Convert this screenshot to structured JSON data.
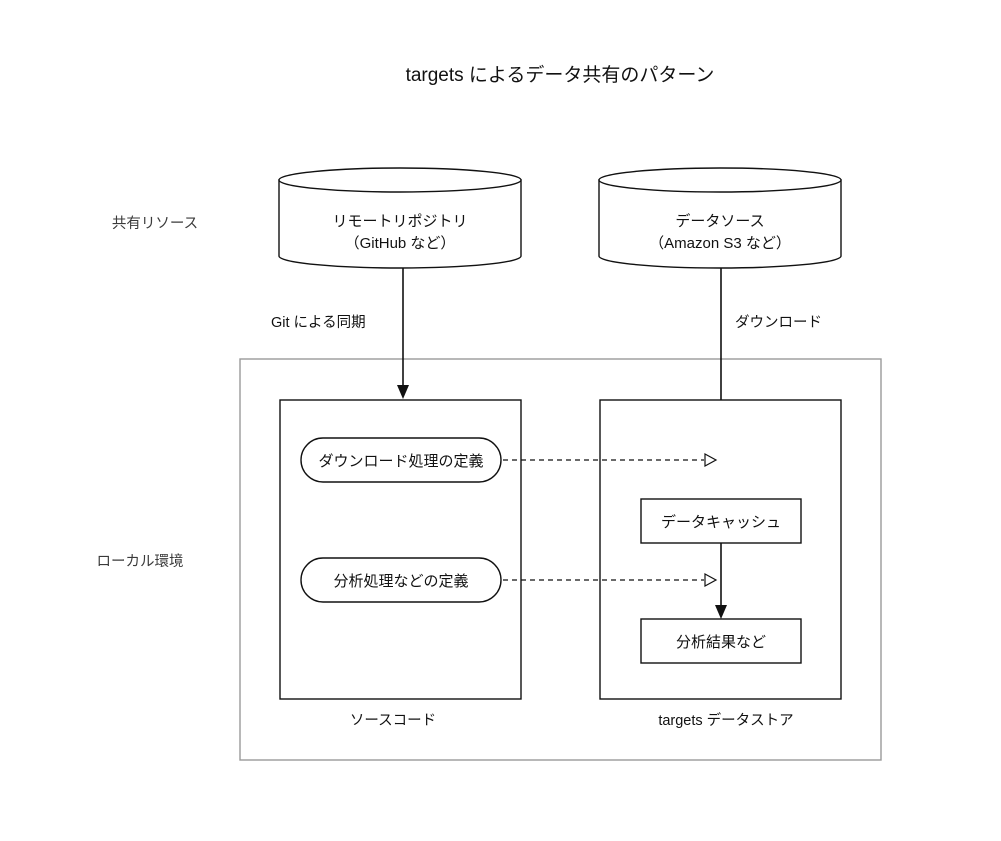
{
  "diagram": {
    "title": "targets によるデータ共有のパターン",
    "side_labels": [
      {
        "id": "shared-resources",
        "text": "共有リソース"
      },
      {
        "id": "local-environment",
        "text": "ローカル環境"
      }
    ],
    "cylinders": [
      {
        "id": "remote-repository",
        "line1": "リモートリポジトリ",
        "line2": "（GitHub など）"
      },
      {
        "id": "data-source",
        "line1": "データソース",
        "line2": "（Amazon S3 など）"
      }
    ],
    "edge_labels": [
      {
        "id": "git-sync",
        "text": "Git による同期"
      },
      {
        "id": "download",
        "text": "ダウンロード"
      }
    ],
    "source_code_group": {
      "caption": "ソースコード",
      "nodes": [
        {
          "id": "download-definition",
          "text": "ダウンロード処理の定義"
        },
        {
          "id": "analysis-definition",
          "text": "分析処理などの定義"
        }
      ]
    },
    "targets_store_group": {
      "caption": "targets データストア",
      "nodes": [
        {
          "id": "data-cache",
          "text": "データキャッシュ"
        },
        {
          "id": "analysis-result",
          "text": "分析結果など"
        }
      ]
    },
    "colors": {
      "background": "#ffffff",
      "stroke": "#111111",
      "container_stroke": "#9a9a9a",
      "text": "#111111",
      "muted_text": "#3a3a3a"
    }
  }
}
